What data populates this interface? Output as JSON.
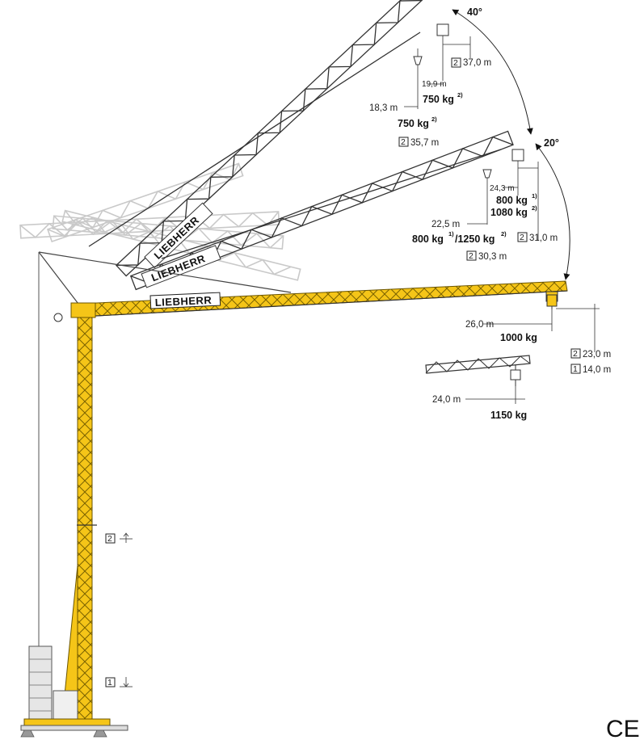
{
  "brand": {
    "name": "LIEBHERR",
    "mark": "CE"
  },
  "colors": {
    "crane_yellow": "#f5c518",
    "crane_outline": "#6b5500",
    "ghost_grey": "#c9c9c9",
    "line_dark": "#333333",
    "ballast_grey": "#e6e6e6"
  },
  "angles": {
    "a40": "40°",
    "a20": "20°"
  },
  "configs": {
    "boom40": {
      "radius_hook": "19,9 m",
      "load_hook": "750 kg",
      "load_hook_note": "2)",
      "radius_main": "18,3 m",
      "load_main": "750 kg",
      "load_main_note": "2)",
      "height_tip": "37,0 m",
      "height_tip_mark": "2",
      "height_hook": "35,7 m",
      "height_hook_mark": "2"
    },
    "boom20": {
      "radius_hook": "24,3 m",
      "load_hook_a": "800 kg",
      "load_hook_a_note": "1)",
      "load_hook_b": "1080 kg",
      "load_hook_b_note": "2)",
      "radius_main": "22,5 m",
      "load_main_a": "800 kg",
      "load_main_a_note": "1)",
      "load_main_b": "/1250 kg",
      "load_main_b_note": "2)",
      "height_tip": "31,0 m",
      "height_tip_mark": "2",
      "height_hook": "30,3 m",
      "height_hook_mark": "2"
    },
    "horizontal": {
      "radius": "26,0 m",
      "load": "1000 kg",
      "height_a": "23,0 m",
      "height_a_mark": "2",
      "height_b": "14,0 m",
      "height_b_mark": "1"
    },
    "short": {
      "radius": "24,0 m",
      "load": "1150 kg"
    }
  },
  "tower_marks": {
    "upper": "2",
    "lower": "1"
  }
}
